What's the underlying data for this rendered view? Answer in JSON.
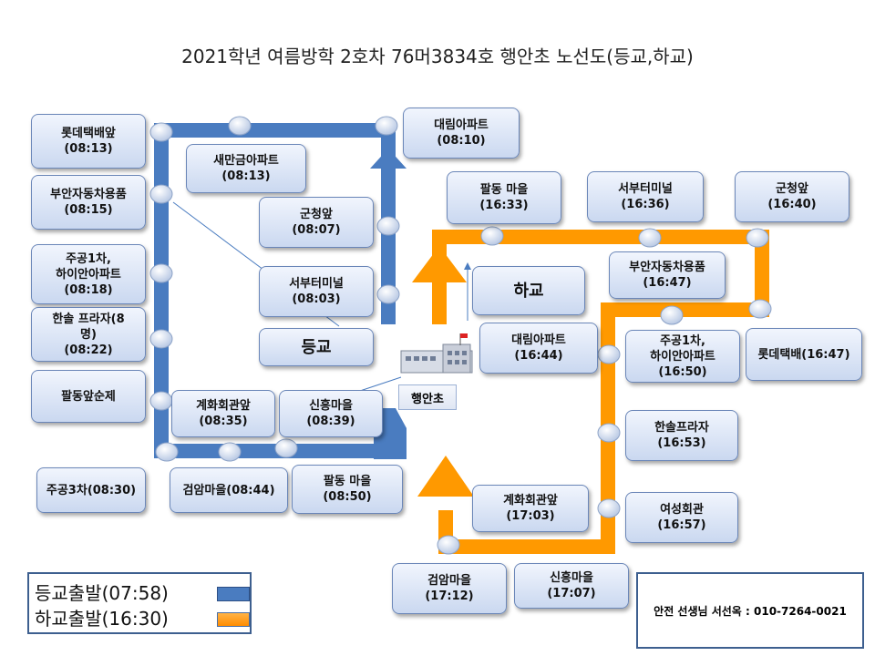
{
  "title": "2021학년 여름방학 2호차 76머3834호 행안초 노선도(등교,하교)",
  "labels": {
    "go_to_school": "등교",
    "return_home": "하교",
    "school_name": "행안초"
  },
  "colors": {
    "morning_route": "#4a7cc0",
    "afternoon_route": "#ff9900"
  },
  "morning_stops": [
    {
      "name": "롯데택배앞",
      "time": "(08:13)"
    },
    {
      "name": "부안자동차용품",
      "time": "(08:15)"
    },
    {
      "name": "주공1차,",
      "name2": "하이안아파트",
      "time": "(08:18)"
    },
    {
      "name": "한솔 프라자(8",
      "name2": "명)",
      "time": "(08:22)"
    },
    {
      "name": "팔동앞순제"
    },
    {
      "name": "주공3차(08:30)"
    },
    {
      "name": "검암마을(08:44)"
    },
    {
      "name": "팔동 마을",
      "time": "(08:50)"
    },
    {
      "name": "계화회관앞",
      "time": "(08:35)"
    },
    {
      "name": "신흥마을",
      "time": "(08:39)"
    },
    {
      "name": "새만금아파트",
      "time": "(08:13)"
    },
    {
      "name": "군청앞",
      "time": "(08:07)"
    },
    {
      "name": "서부터미널",
      "time": "(08:03)"
    },
    {
      "name": "대림아파트",
      "time": "(08:10)"
    }
  ],
  "afternoon_stops": [
    {
      "name": "팔동 마을",
      "time": "(16:33)"
    },
    {
      "name": "서부터미널",
      "time": "(16:36)"
    },
    {
      "name": "군청앞",
      "time": "(16:40)"
    },
    {
      "name": "부안자동차용품",
      "time": "(16:47)"
    },
    {
      "name": "대림아파트",
      "time": "(16:44)"
    },
    {
      "name": "주공1차,",
      "name2": "하이안아파트",
      "time": "(16:50)"
    },
    {
      "name": "롯데택배(16:47)"
    },
    {
      "name": "한솔프라자",
      "time": "(16:53)"
    },
    {
      "name": "여성회관",
      "time": "(16:57)"
    },
    {
      "name": "계화회관앞",
      "time": "(17:03)"
    },
    {
      "name": "검암마을",
      "time": "(17:12)"
    },
    {
      "name": "신흥마을",
      "time": "(17:07)"
    }
  ],
  "legend": {
    "morning": "등교출발(07:58)",
    "afternoon": "하교출발(16:30)"
  },
  "contact": "안전 선생님 서선옥 : 010-7264-0021"
}
